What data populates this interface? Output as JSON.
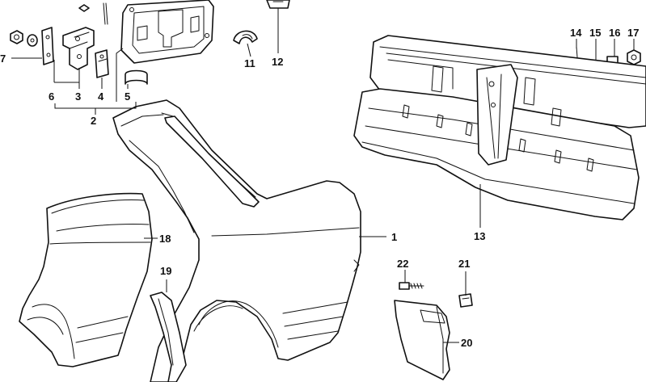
{
  "diagram": {
    "background": "#ffffff",
    "line_color": "#111111",
    "callouts": {
      "c1": "1",
      "c2": "2",
      "c3": "3",
      "c4": "4",
      "c5": "5",
      "c6": "6",
      "c7": "7",
      "c11": "11",
      "c12": "12",
      "c13": "13",
      "c14": "14",
      "c15": "15",
      "c16": "16",
      "c17": "17",
      "c18": "18",
      "c19": "19",
      "c20": "20",
      "c21": "21",
      "c22": "22"
    }
  }
}
